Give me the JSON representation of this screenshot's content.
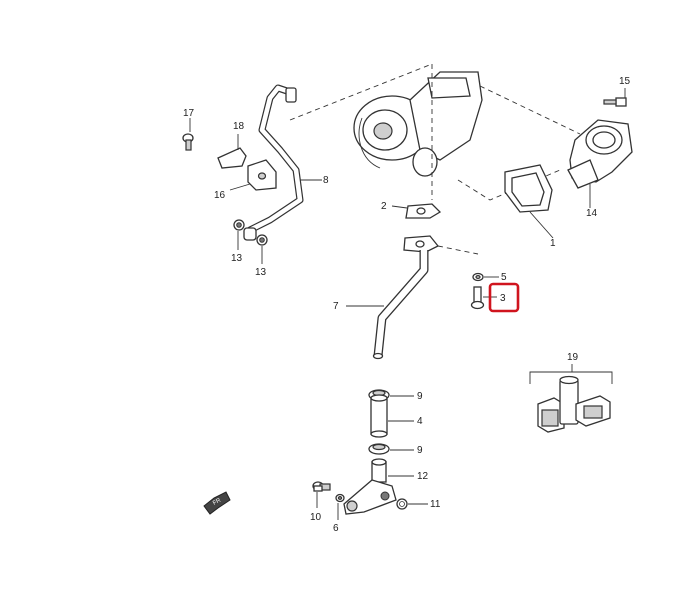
{
  "callouts": {
    "p1": "1",
    "p2": "2",
    "p3": "3",
    "p4": "4",
    "p5": "5",
    "p6": "6",
    "p7": "7",
    "p8": "8",
    "p9a": "9",
    "p9b": "9",
    "p10": "10",
    "p11": "11",
    "p12": "12",
    "p13a": "13",
    "p13b": "13",
    "p14": "14",
    "p15": "15",
    "p16": "16",
    "p17": "17",
    "p18": "18",
    "p19": "19"
  },
  "direction_marker": {
    "text": "FR"
  },
  "highlight": {
    "part": "3",
    "color": "#d0141e"
  }
}
